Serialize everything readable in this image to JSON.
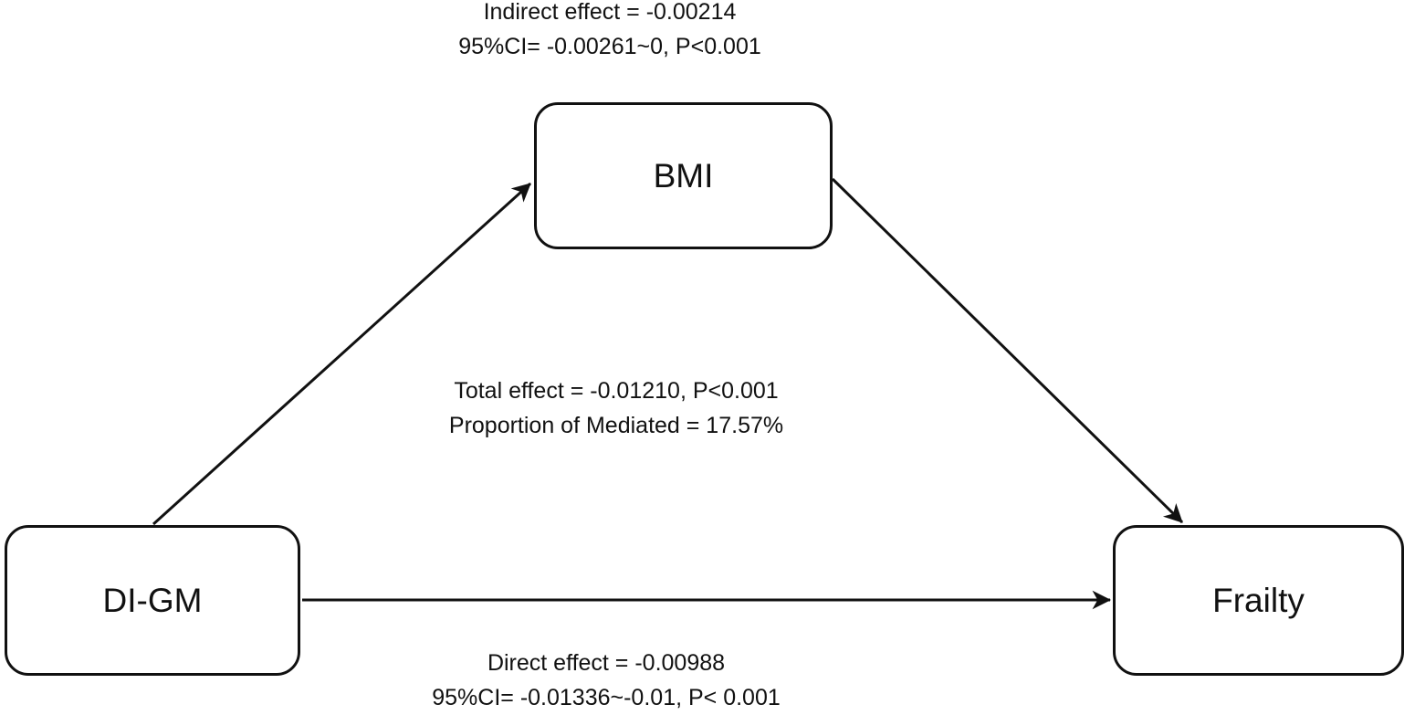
{
  "figure": {
    "type": "mediation-path-diagram",
    "colors": {
      "background": "#ffffff",
      "ink": "#111111"
    },
    "nodes": {
      "exposure": {
        "label": "DI-GM"
      },
      "mediator": {
        "label": "BMI"
      },
      "outcome": {
        "label": "Frailty"
      }
    },
    "edges": [
      {
        "name": "exposure-to-mediator",
        "from": "DI-GM",
        "to": "BMI"
      },
      {
        "name": "mediator-to-outcome",
        "from": "BMI",
        "to": "Frailty"
      },
      {
        "name": "exposure-to-outcome",
        "from": "DI-GM",
        "to": "Frailty"
      }
    ],
    "annotations": {
      "indirect": {
        "line1": "Indirect effect = -0.00214",
        "line2": "95%CI= -0.00261~0, P<0.001"
      },
      "total": {
        "line1": "Total effect = -0.01210, P<0.001",
        "line2": "Proportion of Mediated = 17.57%"
      },
      "direct": {
        "line1": "Direct effect = -0.00988",
        "line2": "95%CI= -0.01336~-0.01, P< 0.001"
      }
    }
  }
}
